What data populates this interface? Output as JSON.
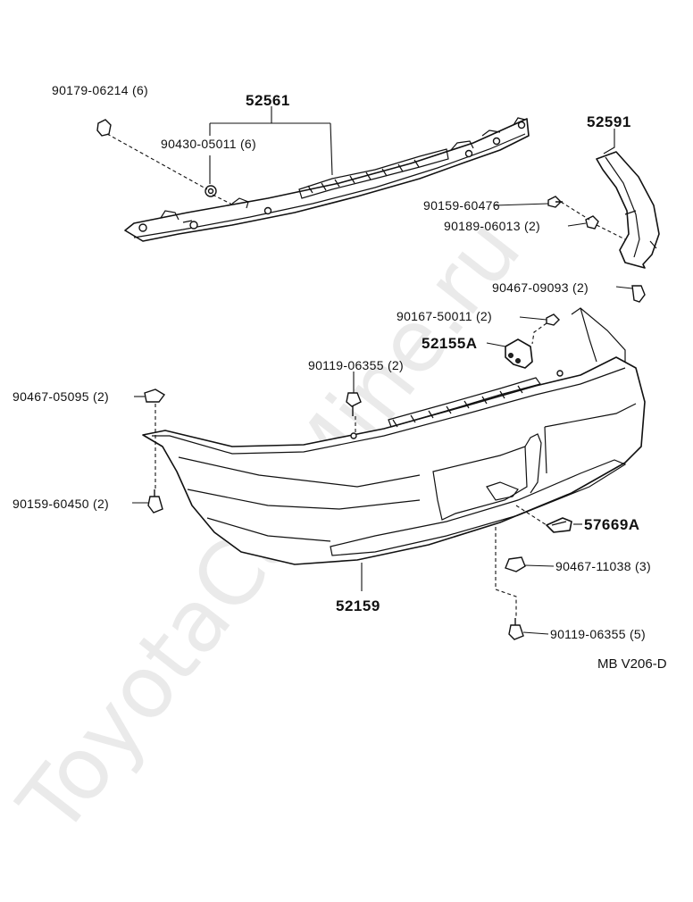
{
  "watermark": "ToyotaCarMine.ru",
  "diagram_code": "MB V206-D",
  "main_parts": {
    "rear_bumper_cover": "52159",
    "bumper_reinforcement": "52561",
    "side_retainer": "52591",
    "bumper_stay": "52155A",
    "bracket": "57669A"
  },
  "fasteners": {
    "nut_top": "90179-06214 (6)",
    "nut_reinf": "90430-05011 (6)",
    "bolt_retainer": "90159-60476",
    "nut_retainer": "90189-06013 (2)",
    "clip_retainer": "90467-09093 (2)",
    "bolt_stay": "90167-50011 (2)",
    "screw_top": "90119-06355 (2)",
    "clip_left": "90467-05095 (2)",
    "bolt_left": "90159-60450 (2)",
    "clip_lower": "90467-11038 (3)",
    "screw_lower": "90119-06355 (5)"
  }
}
